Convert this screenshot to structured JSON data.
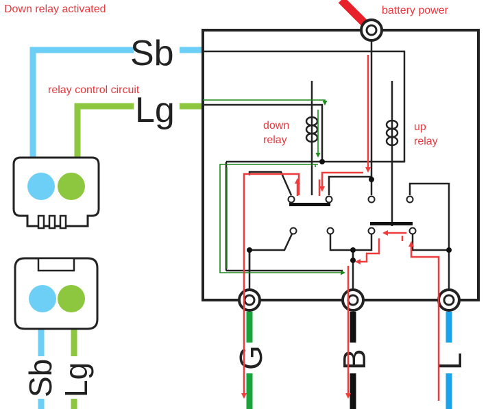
{
  "title": "Down relay activated",
  "labels": {
    "battery": "battery power",
    "control": "relay control circuit",
    "down_relay": [
      "down",
      "relay"
    ],
    "up_relay": [
      "up",
      "relay"
    ]
  },
  "wires": {
    "sb_top": "Sb",
    "lg_top": "Lg",
    "sb_bottom": "Sb",
    "lg_bottom": "Lg",
    "g": "G",
    "b": "B",
    "l": "L"
  },
  "colors": {
    "sb": "#6dcff6",
    "lg": "#8dc63f",
    "power_flow": "#ee3b3b",
    "control_flow": "#1a8a1a",
    "g_wire": "#1aa33a",
    "b_wire": "#111111",
    "l_wire": "#1aa3e8",
    "battery_wire": "#e8202a",
    "label_red": "#e8383d"
  }
}
